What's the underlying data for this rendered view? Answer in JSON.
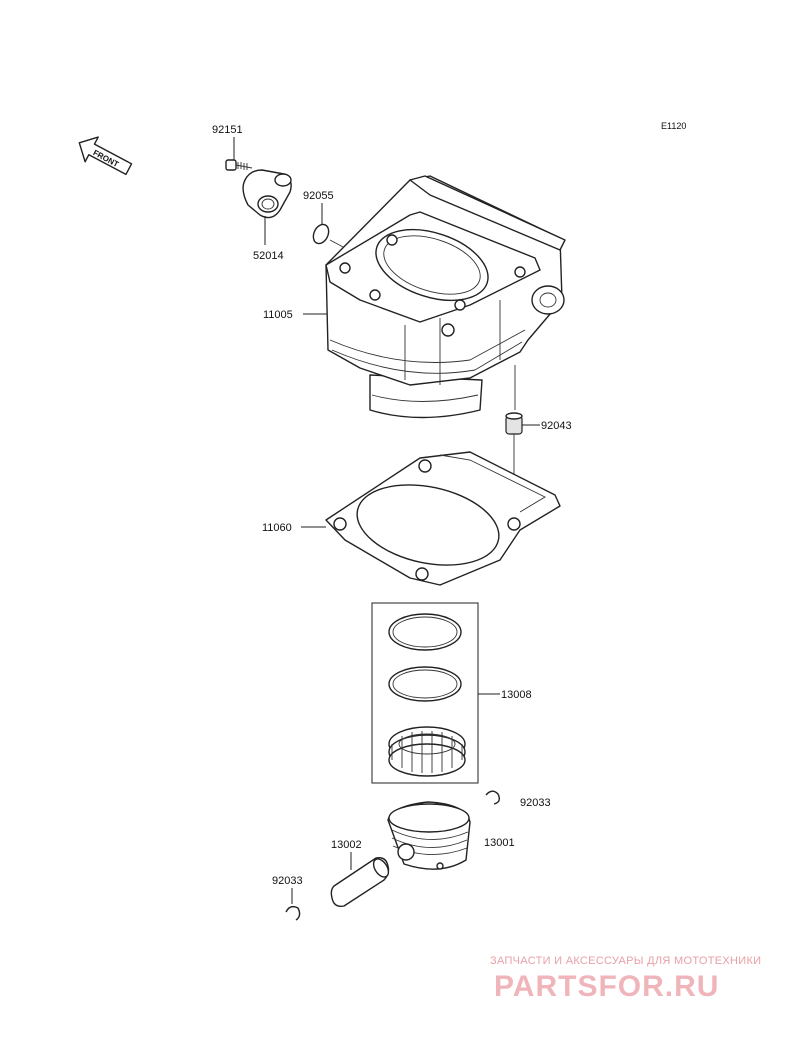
{
  "diagram_code": "E1120",
  "front_label": "FRONT",
  "parts": {
    "p92151": "92151",
    "p52014": "52014",
    "p92055": "92055",
    "p11005": "11005",
    "p92043": "92043",
    "p11060": "11060",
    "p13008": "13008",
    "p92033_right": "92033",
    "p13001": "13001",
    "p13002": "13002",
    "p92033_left": "92033"
  },
  "watermark": {
    "tagline": "ЗАПЧАСТИ И АКСЕССУАРЫ ДЛЯ МОТОТЕХНИКИ",
    "brand": "PARTSFOR.RU"
  }
}
